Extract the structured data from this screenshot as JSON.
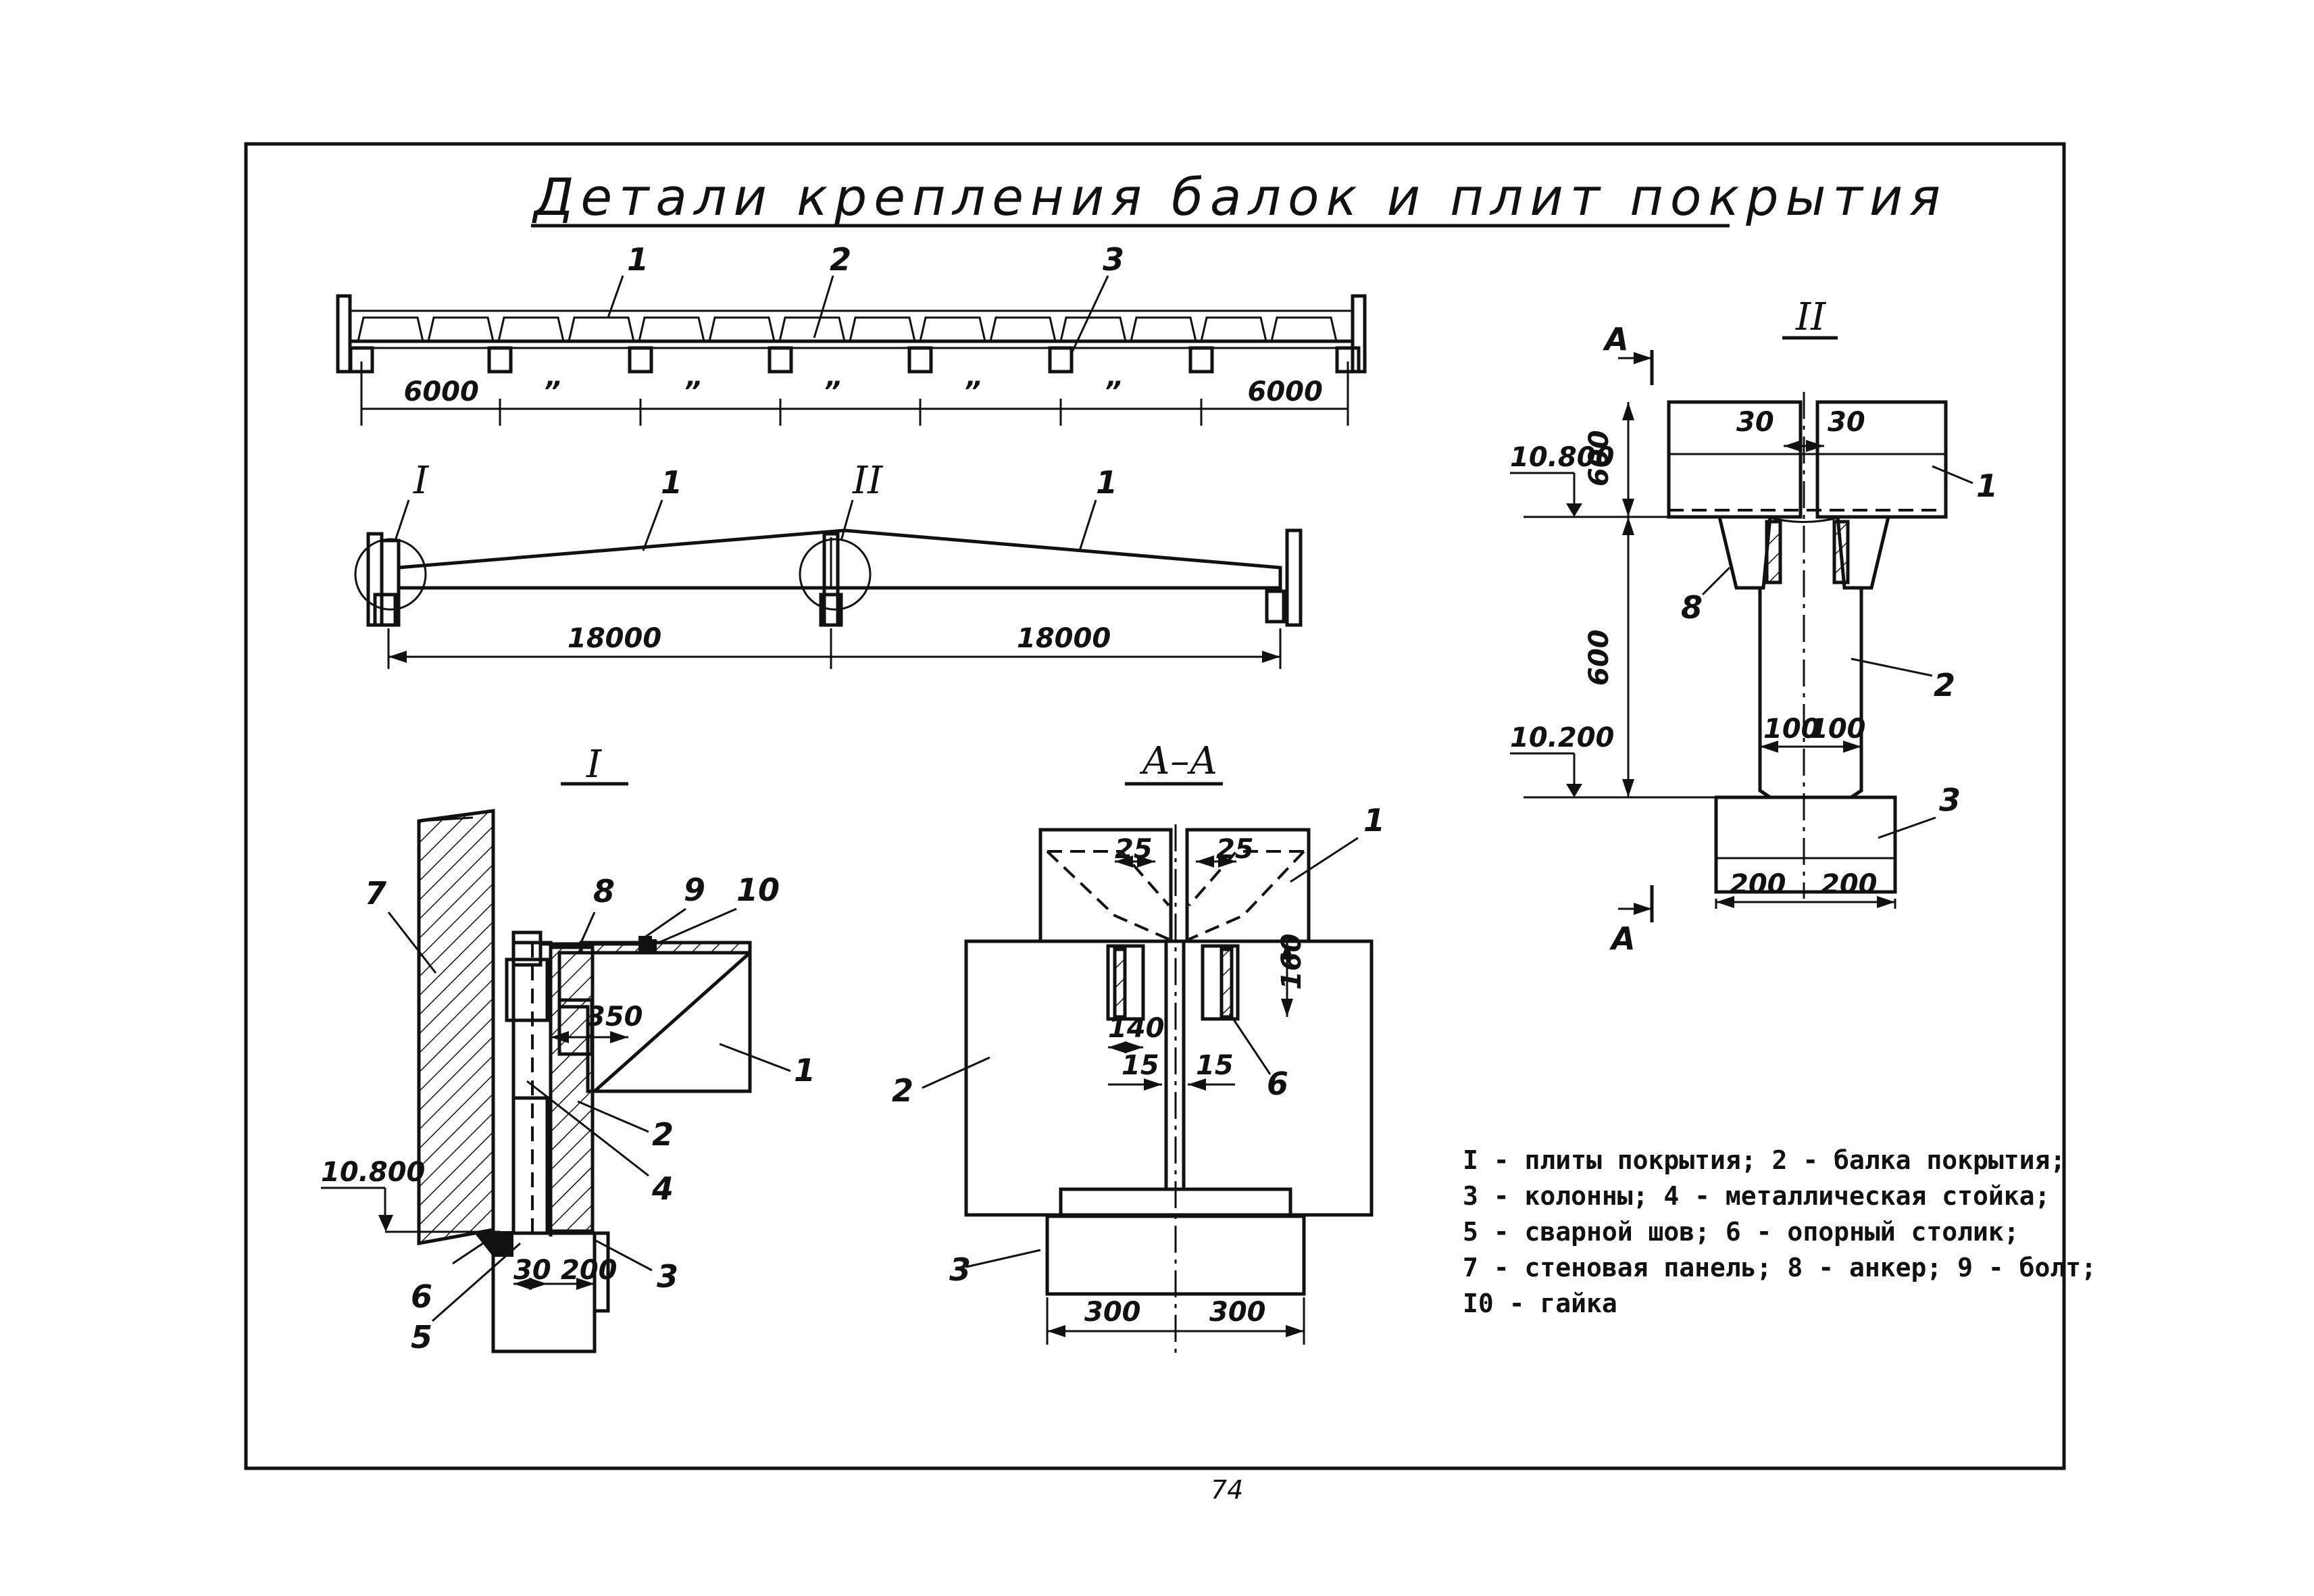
{
  "title": "Детали крепления балок и плит покрытия",
  "page_number": "74",
  "plan": {
    "callouts": [
      "1",
      "2",
      "3"
    ],
    "dims": [
      "6000",
      "”",
      "”",
      "”",
      "”",
      "”",
      "6000"
    ]
  },
  "section": {
    "markers": [
      "I",
      "II"
    ],
    "callouts": [
      "1",
      "1"
    ],
    "dims": [
      "18000",
      "18000"
    ]
  },
  "detail_I": {
    "title": "I",
    "callouts": [
      "7",
      "8",
      "9",
      "10",
      "1",
      "2",
      "4",
      "3",
      "6",
      "5"
    ],
    "dims": [
      "350",
      "30",
      "200"
    ],
    "level": "10.800"
  },
  "detail_AA": {
    "title": "А–А",
    "callouts": [
      "1",
      "2",
      "6",
      "3"
    ],
    "dims": [
      "25",
      "25",
      "160",
      "140",
      "15",
      "15",
      "300",
      "300"
    ]
  },
  "detail_II": {
    "title": "II",
    "cut_label": "А",
    "callouts": [
      "1",
      "8",
      "2",
      "3"
    ],
    "dims": [
      "30",
      "30",
      "600",
      "600",
      "100",
      "100",
      "200",
      "200"
    ],
    "levels": [
      "10.800",
      "10.200"
    ]
  },
  "legend": [
    "I - плиты покрытия; 2 - балка покрытия;",
    "3 - колонны; 4 - металлическая стойка;",
    "5 - сварной шов; 6 - опорный столик;",
    "7 - стеновая панель; 8 - анкер; 9 - болт;",
    "I0 - гайка"
  ]
}
